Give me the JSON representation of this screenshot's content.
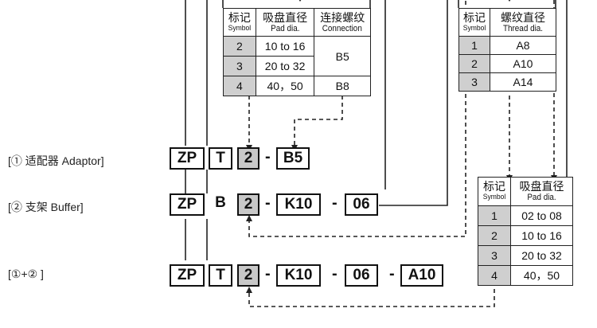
{
  "table_pad": {
    "headers": {
      "symbol_zh": "标记",
      "symbol_en": "Symbol",
      "pad_zh": "吸盘直径",
      "pad_en": "Pad dia.",
      "conn_zh": "连接螺纹",
      "conn_en": "Connection"
    },
    "rows": [
      {
        "symbol": "2",
        "pad": "10 to 16"
      },
      {
        "symbol": "3",
        "pad": "20 to 32"
      },
      {
        "symbol": "4",
        "pad": "40，50"
      }
    ],
    "connections": [
      "B5",
      "B8"
    ]
  },
  "table_thread": {
    "headers": {
      "symbol_zh": "标记",
      "symbol_en": "Symbol",
      "thread_zh": "螺纹直径",
      "thread_en": "Thread dia."
    },
    "rows": [
      {
        "symbol": "1",
        "thread": "A8"
      },
      {
        "symbol": "2",
        "thread": "A10"
      },
      {
        "symbol": "3",
        "thread": "A14"
      }
    ]
  },
  "table_pad2": {
    "headers": {
      "symbol_zh": "标记",
      "symbol_en": "Symbol",
      "pad_zh": "吸盘直径",
      "pad_en": "Pad dia."
    },
    "rows": [
      {
        "symbol": "1",
        "pad": "02 to 08"
      },
      {
        "symbol": "2",
        "pad": "10 to 16"
      },
      {
        "symbol": "3",
        "pad": "20 to 32"
      },
      {
        "symbol": "4",
        "pad": "40，50"
      }
    ]
  },
  "labels": {
    "adaptor": "[① 适配器 Adaptor]",
    "buffer": "[② 支架 Buffer]",
    "both": "[①+② ]"
  },
  "codes": {
    "row1": {
      "zp": "ZP",
      "t": "T",
      "size": "2",
      "dash": "-",
      "conn": "B5"
    },
    "row2": {
      "zp": "ZP",
      "b": "B",
      "size": "2",
      "dash": "-",
      "k": "K10",
      "dash2": "-",
      "len": "06"
    },
    "row3": {
      "zp": "ZP",
      "t": "T",
      "size": "2",
      "dash": "-",
      "k": "K10",
      "dash2": "-",
      "len": "06",
      "dash3": "-",
      "thread": "A10"
    }
  }
}
